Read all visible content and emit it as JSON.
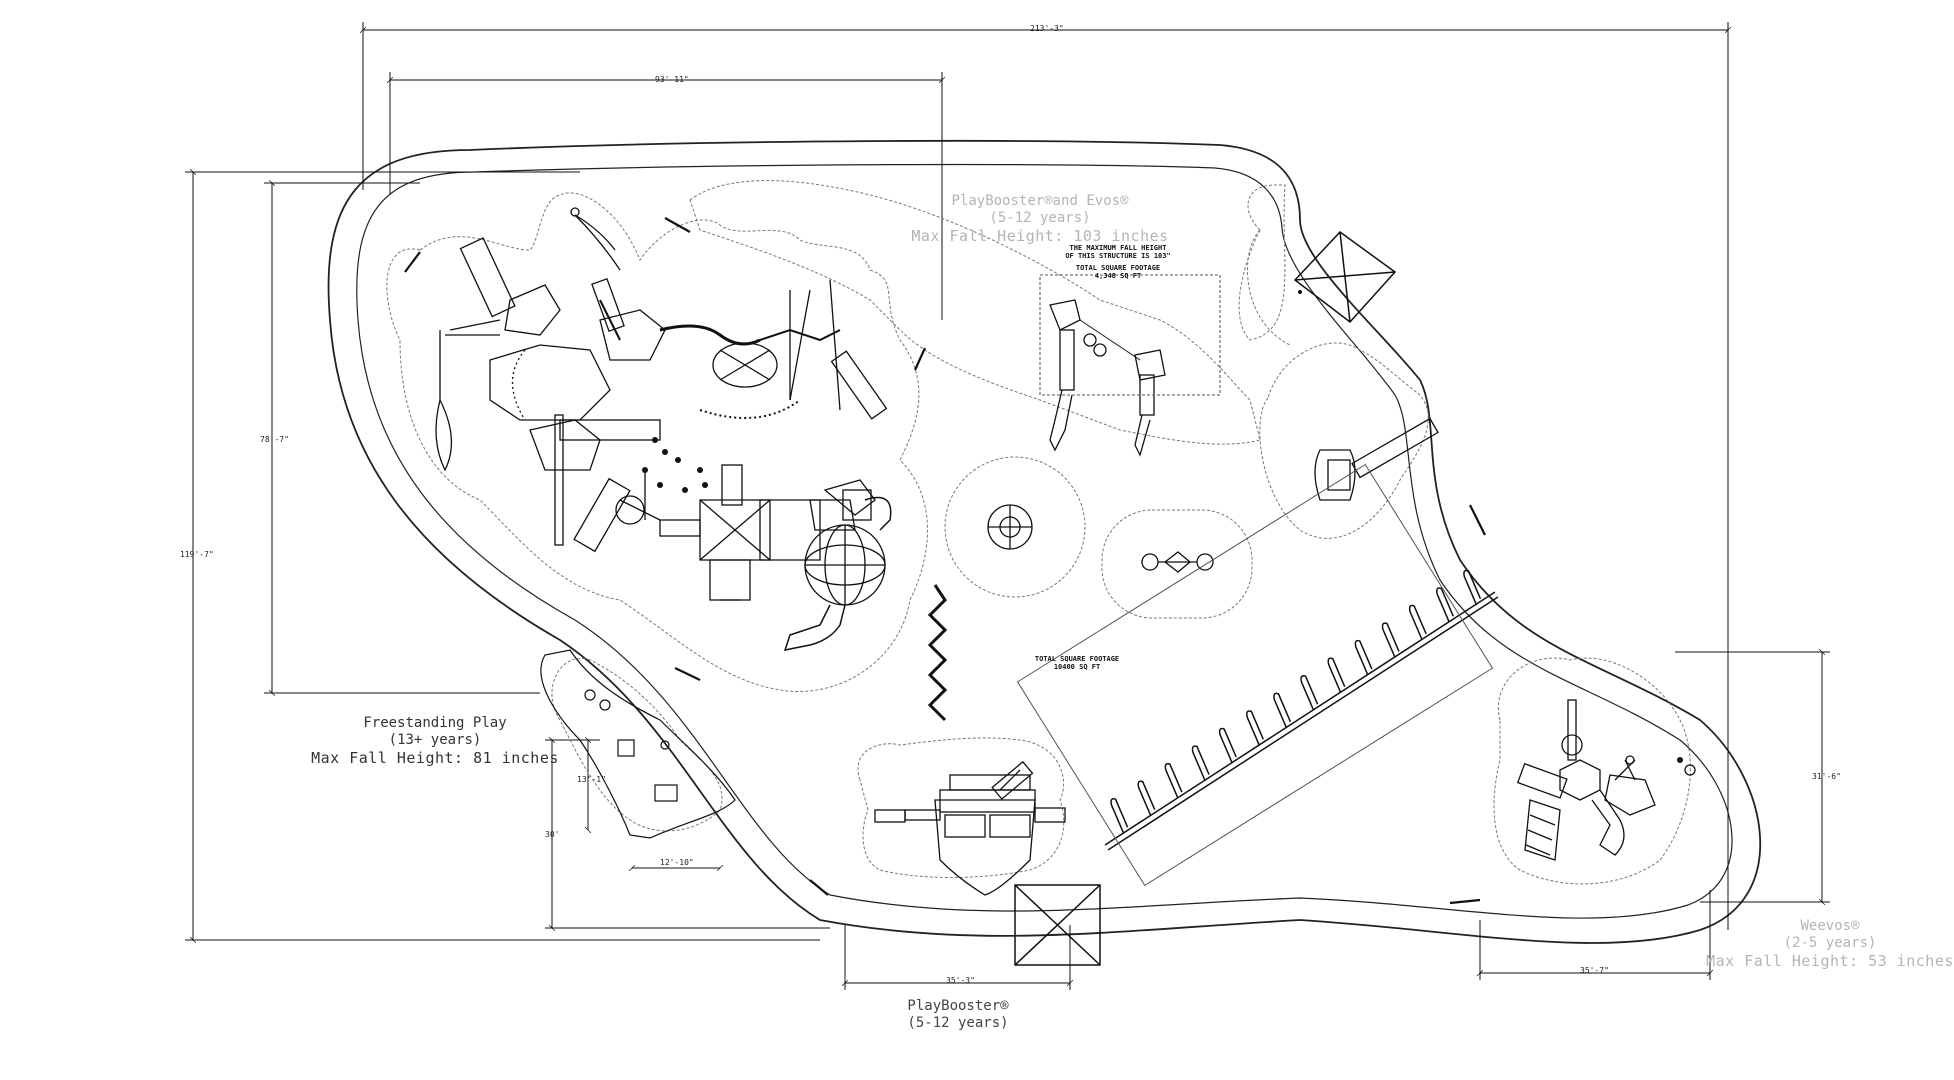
{
  "zones": {
    "playbooster_evos": {
      "name": "PlayBooster®and Evos®",
      "ages": "(5-12 years)",
      "fall_height": "Max Fall Height: 103 inches"
    },
    "freestanding": {
      "name": "Freestanding Play",
      "ages": "(13+ years)",
      "fall_height": "Max Fall Height: 81 inches"
    },
    "playbooster": {
      "name": "PlayBooster®",
      "ages": "(5-12 years)"
    },
    "weevos": {
      "name": "Weevos®",
      "ages": "(2-5 years)",
      "fall_height": "Max Fall Height: 53 inches"
    }
  },
  "notes": {
    "max_fall_line1": "THE MAXIMUM FALL HEIGHT",
    "max_fall_line2": "OF THIS STRUCTURE IS 103\"",
    "sqft_top_label": "TOTAL SQUARE FOOTAGE",
    "sqft_top_value": "4,348 SQ FT",
    "sqft_main_label": "TOTAL SQUARE FOOTAGE",
    "sqft_main_value": "10400 SQ FT"
  },
  "dimensions": {
    "overall_width": "213'-3\"",
    "upper_width": "93'-11\"",
    "overall_height": "119'-7\"",
    "left_height": "78'-7\"",
    "right_height": "31'-6\"",
    "bottom_mid": "35'-3\"",
    "bottom_right": "35'-7\"",
    "free_h": "13'-1\"",
    "free_v": "30'",
    "free_w": "12'-10\""
  },
  "colors": {
    "line": "#1a1a1a",
    "boundary": "#222222",
    "dashed": "#777777",
    "zone_label_dark": "#333333",
    "zone_label_light": "#b4b4b4"
  }
}
